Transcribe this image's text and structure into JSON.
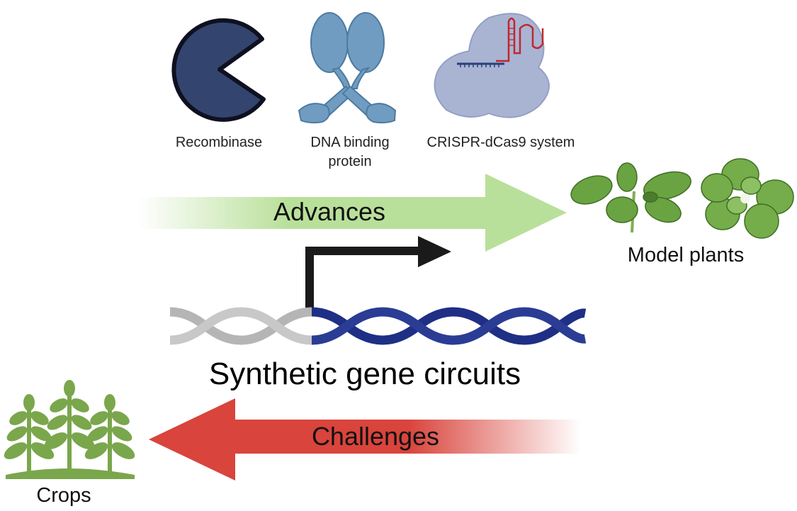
{
  "tools": {
    "recombinase": "Recombinase",
    "dna_binding_line1": "DNA binding",
    "dna_binding_line2": "protein",
    "crispr": "CRISPR-dCas9 system"
  },
  "advances_label": "Advances",
  "challenges_label": "Challenges",
  "model_plants_label": "Model plants",
  "circuit_label": "Synthetic  gene circuits",
  "crops_label": "Crops",
  "colors": {
    "advances_arrow": "#b9e09a",
    "challenges_arrow": "#d9443c",
    "dna_grey": "#b5b5b5",
    "dna_blue": "#1f2f85",
    "recombinase": "#33446e",
    "binding_protein": "#6f9cc0",
    "dcas9": "#a9b4d3",
    "guide_rna": "#c0272d",
    "plant_green": "#6aa341",
    "crop_green": "#7aa64c"
  }
}
